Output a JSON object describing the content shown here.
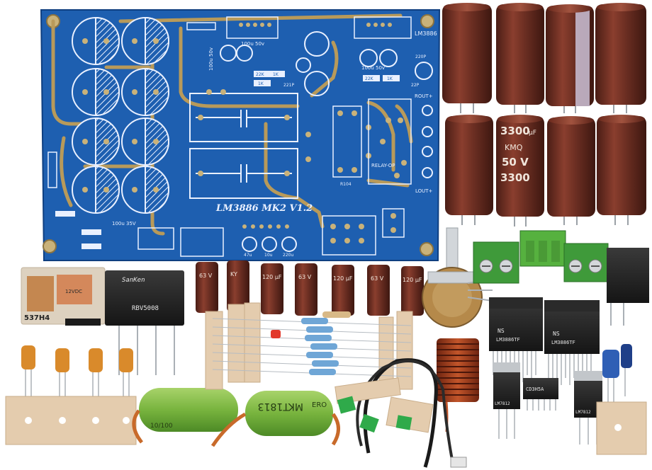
{
  "pcb": {
    "title": "LM3886  MK2  V1.2",
    "ic_label": "LM3886",
    "relay_label": "RELAY-OP",
    "out_plus": "ROUT+",
    "out_minus": "LOUT+",
    "cap_labels": [
      "100u 50v",
      "100u 50v",
      "100u 50v",
      "100u 35V",
      "47u",
      "10u",
      "220u"
    ],
    "resistor_labels": [
      "22K",
      "1K",
      "22K",
      "1K",
      "1K"
    ],
    "pf_labels": [
      "220P",
      "22P",
      "221P"
    ],
    "jumper_label": "R104"
  },
  "big_caps": {
    "brand_code": "KMQ",
    "capacitance": "3300",
    "unit": "µF",
    "voltage": "50 V",
    "count": 8
  },
  "small_caps": {
    "voltage": "63 V",
    "capacitance": "120 µF",
    "brand_code": "KY",
    "count": 7
  },
  "bridge_rectifier": {
    "brand": "SanKen",
    "part": "RBV5008"
  },
  "relay": {
    "code": "537H4",
    "rating": "12VDC"
  },
  "film_caps": {
    "left_label": "10/100",
    "right_label": "MKT1813",
    "right_brand": "ERO"
  },
  "ics": {
    "amp_part": "LM3886TF",
    "amp_brand": "NS",
    "reg_part": "LM7812",
    "small_part": "CD3H5A"
  },
  "inductor": {
    "type": "air-core coil"
  },
  "potentiometer": {
    "type": "dual rotary potentiometer"
  },
  "terminals": {
    "count": 3,
    "color": "#3f9a3a"
  },
  "colors": {
    "pcb_blue": "#1e5fb0",
    "trace_gold": "#b89a5a",
    "cap_brown": "#6b2e22",
    "tape_beige": "#e4ccae"
  }
}
